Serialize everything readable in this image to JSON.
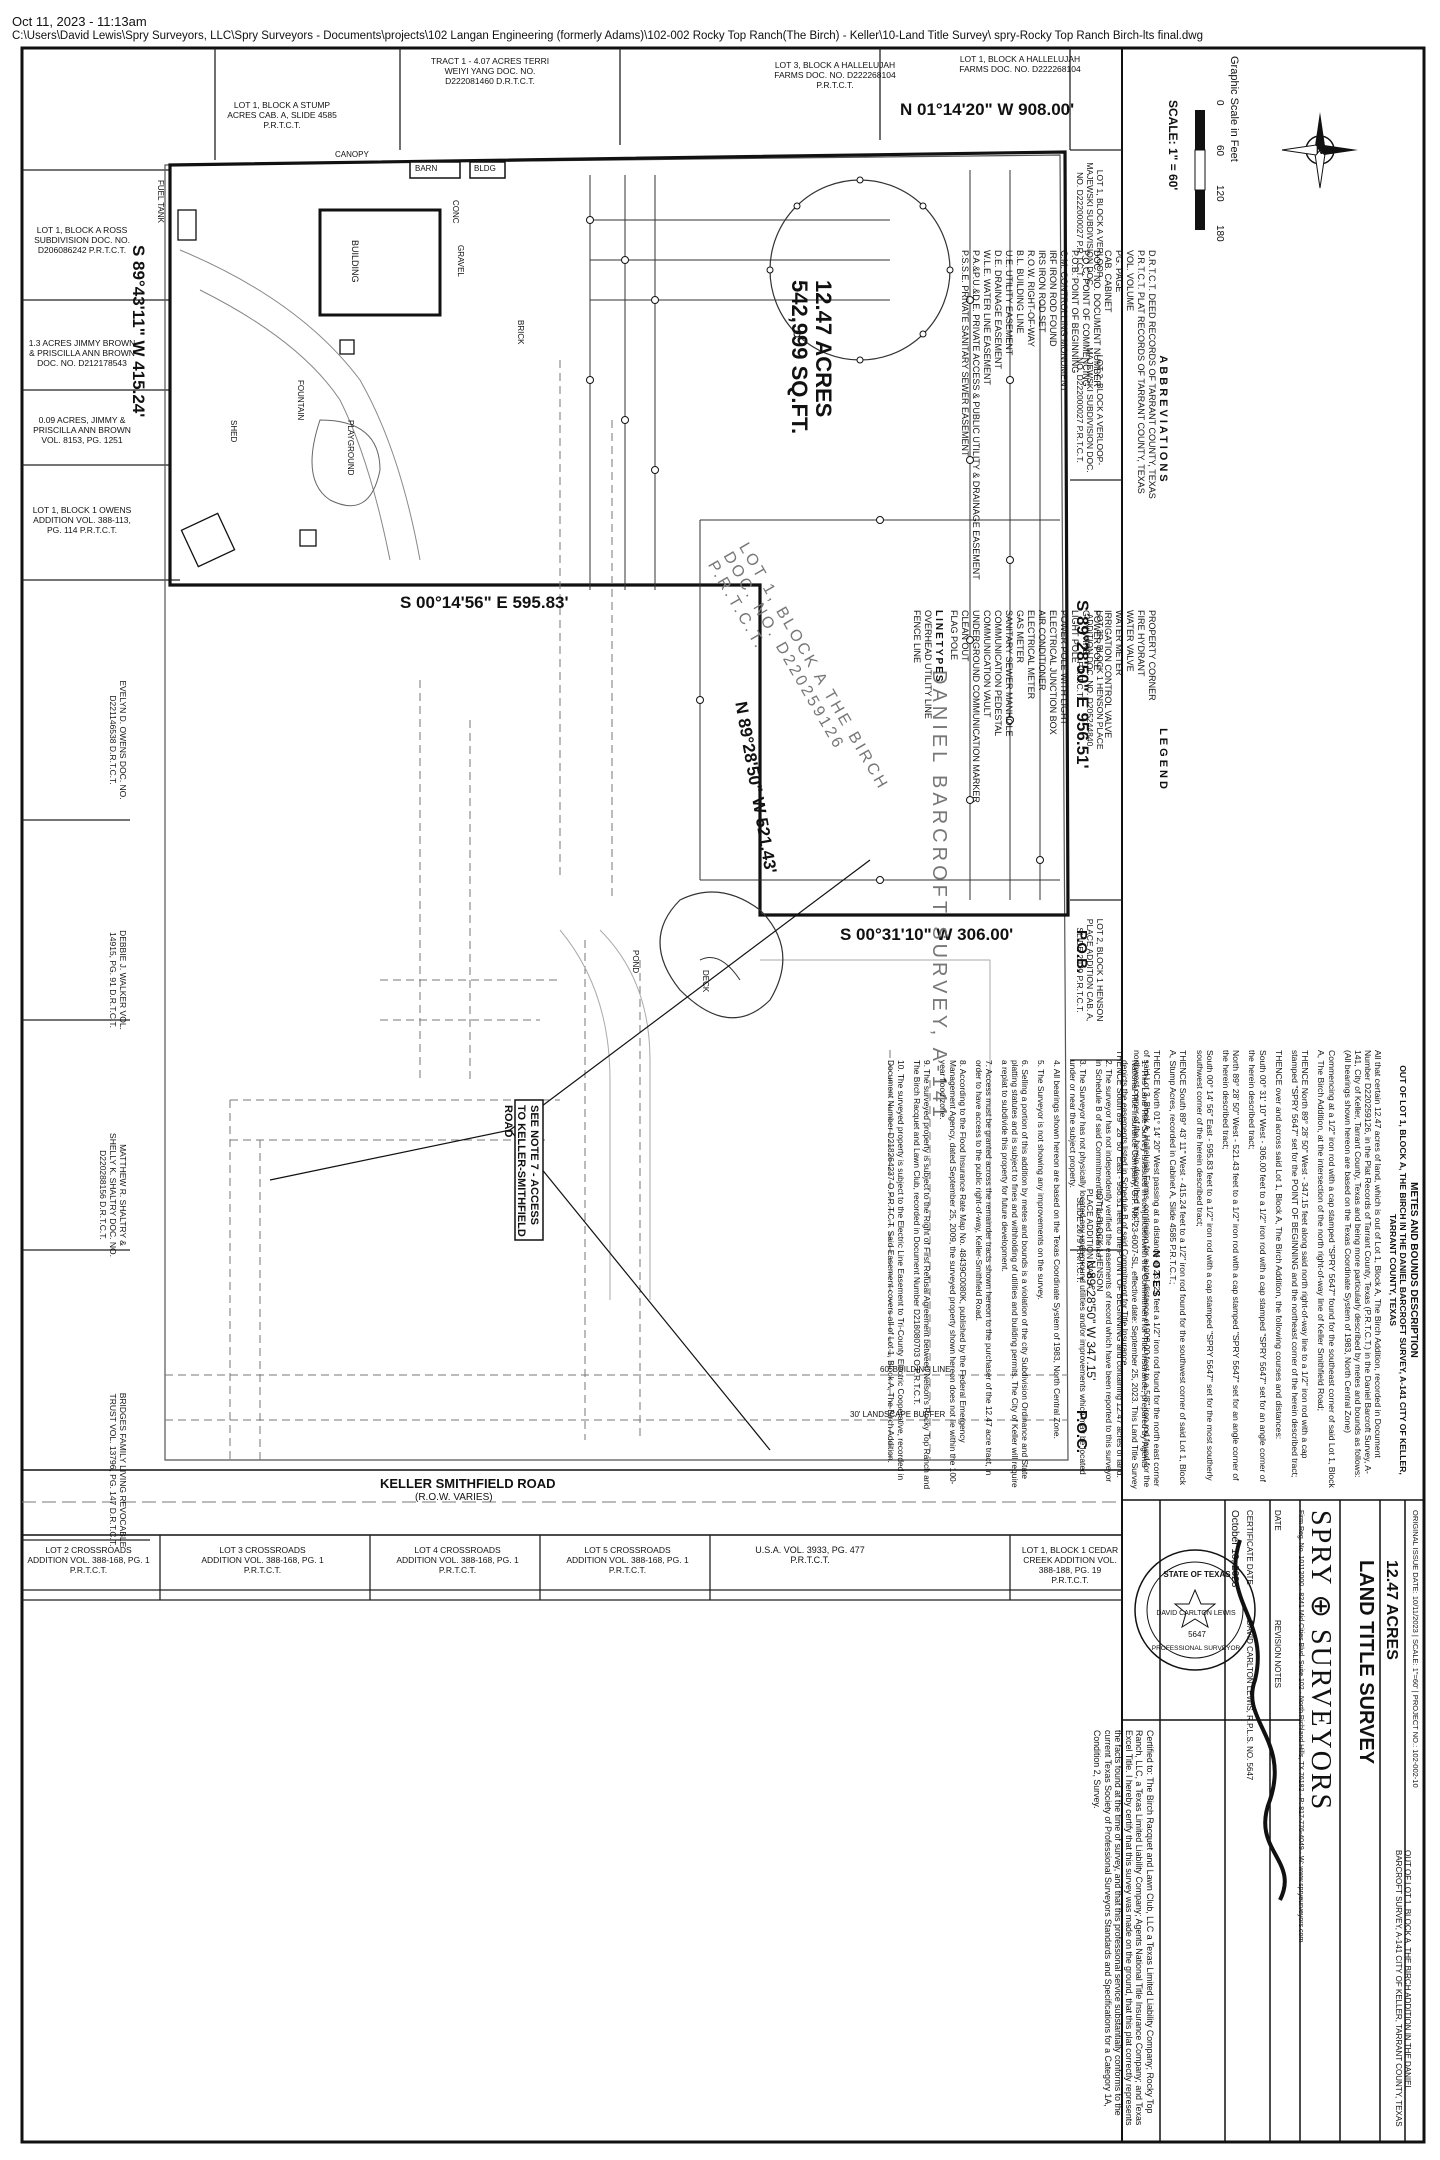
{
  "header": {
    "timestamp": "Oct 11, 2023 - 11:13am",
    "path": "C:\\Users\\David Lewis\\Spry Surveyors, LLC\\Spry Surveyors - Documents\\projects\\102 Langan Engineering (formerly Adams)\\102-002 Rocky Top Ranch(The Birch) - Keller\\10-Land Title Survey\\ spry-Rocky Top Ranch Birch-lts final.dwg"
  },
  "map": {
    "acreage": "12.47 ACRES",
    "sqft": "542,999 SQ.FT.",
    "survey_name": "DANIEL BARCROFT SURVEY, A-141",
    "road_name": "KELLER SMITHFIELD ROAD",
    "road_row": "(R.O.W. VARIES)",
    "see_note": "SEE NOTE 7 - ACCESS TO KELLER-SMITHFIELD ROAD",
    "pob": "P.O.B.",
    "poc": "P.O.C.",
    "bearings": {
      "north": "N 01°14'20\" W 908.00'",
      "west_upper": "S 89°43'11\" W 415.24'",
      "interior_south": "S 00°14'56\" E 595.83'",
      "diagonal": "N 89°28'50\" W 521.43'",
      "east": "S 89°28'50\" E 956.51'",
      "south": "S 00°31'10\" W 306.00'",
      "lower": "N 89°28'50\" W 347.15'"
    },
    "labels": {
      "barn": "BARN",
      "bldg": "BLDG",
      "canopy": "CANOPY",
      "building": "BUILDING",
      "gravel": "GRAVEL",
      "conc": "CONC",
      "brick": "BRICK",
      "fountain": "FOUNTAIN",
      "playground": "PLAYGROUND",
      "pond": "POND",
      "deck": "DECK",
      "shed": "SHED",
      "fuel_tank": "FUEL TANK",
      "building_line": "60' BUILDING LINE",
      "landscape": "30' LANDSCAPE BUFFER",
      "usa": "U.S.A. VOL. 3933, PG. 477 P.R.T.C.T."
    },
    "adjoiners": [
      "TRACT 1 - 4.07 ACRES TERRI WEIYI YANG DOC. NO. D222081460 D.R.T.C.T.",
      "LOT 3, BLOCK A HALLELUJAH FARMS DOC. NO. D222268104 P.R.T.C.T.",
      "LOT 1, BLOCK A HALLELUJAH FARMS DOC. NO. D222268104",
      "LOT 1, BLOCK A STUMP ACRES CAB. A, SLIDE 4585 P.R.T.C.T.",
      "LOT 1, BLOCK A ROSS SUBDIVISION DOC. NO. D206086242 P.R.T.C.T.",
      "1.3 ACRES JIMMY BROWN & PRISCILLA ANN BROWN DOC. NO. D212178543",
      "0.09 ACRES, JIMMY & PRISCILLA ANN BROWN VOL. 8153, PG. 1251",
      "LOT 1, BLOCK 1 OWENS ADDITION VOL. 388-113, PG. 114 P.R.T.C.T.",
      "EVELYN D. OWENS DOC. NO. D221146538 D.R.T.C.T.",
      "DEBBIE J. WALKER VOL. 14915, PG. 91 D.R.T.C.T.",
      "MATTHEW R. SHALTRY & SHELLY K. SHALTRY DOC. NO. D220288156 D.R.T.C.T.",
      "BRIDGES FAMILY LIVING REVOCABLE TRUST VOL. 13796, PG. 147 D.R.T.C.T.",
      "LOT 2 CROSSROADS ADDITION VOL. 388-168, PG. 1 P.R.T.C.T.",
      "LOT 3 CROSSROADS ADDITION VOL. 388-168, PG. 1 P.R.T.C.T.",
      "LOT 4 CROSSROADS ADDITION VOL. 388-168, PG. 1 P.R.T.C.T.",
      "LOT 5 CROSSROADS ADDITION VOL. 388-168, PG. 1 P.R.T.C.T.",
      "LOT 1, BLOCK 1 CEDAR CREEK ADDITION VOL. 388-188, PG. 19 P.R.T.C.T.",
      "LOT 1, BLOCK A VERLOOP-MAJEWSKI SUBDIVISION DOC. NO. D222000027 P.R.T.C.T.",
      "LOT 2, BLOCK A VERLOOP-MAJEWSKI SUBDIVISION DOC. NO. D222000027 P.R.T.C.T.",
      "LOT 3R, BLOCK 1 HENSON PLACE ADDITION DOC. NO. D205244840 P.R.T.C.T.",
      "LOT 2, BLOCK 1 HENSON PLACE ADDITION CAB. A, SLIDE 2079 P.R.T.C.T.",
      "LOT 1, BLOCK 1 HENSON PLACE ADDITION CAB. A, SLIDE 2079 P.R.T.C.T."
    ],
    "lot_label": "LOT 1, BLOCK A THE BIRCH DOC. NO. D220259126 P.R.T.C.T."
  },
  "scale": {
    "graphic_title": "Graphic Scale in Feet",
    "ticks": [
      "0",
      "60",
      "120",
      "180"
    ],
    "ratio": "SCALE: 1\" = 60'"
  },
  "abbreviations": {
    "title": "ABBREVIATIONS",
    "items": [
      "D.R.T.C.T. DEED RECORDS OF TARRANT COUNTY, TEXAS",
      "P.R.T.C.T. PLAT RECORDS OF TARRANT COUNTY, TEXAS",
      "VOL. VOLUME",
      "PG. PAGE",
      "CAB. CABINET",
      "DOC. NO. DOCUMENT NUMBER",
      "P.O.C. POINT OF COMMENCING",
      "P.O.B. POINT OF BEGINNING",
      "C.M. CONTROLLING MONUMENT",
      "IRF IRON ROD FOUND",
      "IRS IRON ROD SET",
      "R.O.W. RIGHT-OF-WAY",
      "B.L. BUILDING LINE",
      "U.E. UTILITY EASEMENT",
      "D.E. DRAINAGE EASEMENT",
      "W.L.E. WATER LINE EASEMENT",
      "P.A.&P.U.&D.E. PRIVATE ACCESS & PUBLIC UTILITY & DRAINAGE EASEMENT",
      "P.S.S.E. PRIVATE SANITARY SEWER EASEMENT"
    ]
  },
  "legend": {
    "title": "LEGEND",
    "items": [
      "PROPERTY CORNER",
      "FIRE HYDRANT",
      "WATER VALVE",
      "WATER METER",
      "IRRIGATION CONTROL VALVE",
      "POWER POLE",
      "GUY WIRE",
      "LIGHT POLE",
      "POWER POLE WITH LIGHT",
      "ELECTRICAL JUNCTION BOX",
      "AIR CONDITIONER",
      "ELECTRICAL METER",
      "GAS METER",
      "SANITARY SEWER MANHOLE",
      "COMMUNICATION PEDESTAL",
      "COMMUNICATION VAULT",
      "UNDERGROUND COMMUNICATION MARKER",
      "CLEAN OUT",
      "FLAG POLE"
    ],
    "linetypes_title": "LINETYPES",
    "linetypes": [
      "OVERHEAD UTILITY LINE",
      "FENCE LINE"
    ]
  },
  "metes": {
    "title": "METES AND BOUNDS DESCRIPTION",
    "subtitle": "OUT OF LOT 1, BLOCK A, THE BIRCH IN THE DANIEL BARCROFT SURVEY, A-141 CITY OF KELLER, TARRANT COUNTY, TEXAS",
    "paragraphs": [
      "All that certain 12.47 acres of land, which is out of Lot 1, Block A, The Birch Addition, recorded in Document Number D220259126, in the Plat Records of Tarrant County, Texas (P.R.T.C.T.) in the Daniel Barcroft Survey, A-141, City of Keller, Tarrant County, Texas and being more particularly described by metes and bounds as follows: (All bearings shown hereon are based on the Texas Coordinate System of 1983, North Central Zone)",
      "Commencing at a 1/2\" iron rod with a cap stamped \"SPRY 5647\" found for the southeast corner of said Lot 1, Block A, The Birch Addition, at the intersection of the north right-of-way line of Keller Smithfield Road;",
      "THENCE North 89° 28' 50\" West - 347.15 feet along said north right-of-way line to a 1/2\" iron rod with a cap stamped \"SPRY 5647\" set for the POINT OF BEGINNING and the northeast corner of the herein described tract;",
      "THENCE over and across said Lot 1, Block A, The Birch Addition, the following courses and distances:",
      "South 00° 31' 10\" West - 306.00 feet to a 1/2\" iron rod with a cap stamped \"SPRY 5647\" set for an angle corner of the herein described tract;",
      "North 89° 28' 50\" West - 521.43 feet to a 1/2\" iron rod with a cap stamped \"SPRY 5647\" set for an angle corner of the herein described tract;",
      "South 00° 14' 56\" East - 595.83 feet to a 1/2\" iron rod with a cap stamped \"SPRY 5647\" set for the most southerly southwest corner of the herein described tract;",
      "THENCE South 89° 43' 11\" West - 415.24 feet to a 1/2\" iron rod found for the southwest corner of said Lot 1, Block A, Stump Acres, recorded in Cabinet A, Slide 4585 P.R.T.C.T.;",
      "THENCE North 01° 14' 20\" West passing at a distance of 231.27 feet a 1/2\" iron rod found for the north east corner of said Lot 3, Block A, Hallelujah Farms, continuing for a total distance of 908.00 feet to a 5/8\" iron rod found for the northwest corner of the herein described tract;",
      "THENCE South 89° 28' 50\" East - 956.51 feet to the POINT OF BEGINNING and containing 12.47 acres of land."
    ]
  },
  "notes": {
    "title": "NOTES",
    "items": [
      "1. This Land Title Survey is issued in conjunction with the Commitment for Title Insurance, prepared by Agents National Title Insurance Company, G.F. No. 23-6007-SL, effective date: September 25, 2023. This Land Title Survey depicts the easements listed in Schedule B of said Commitment for Title Insurance.",
      "2. The surveyor has not independently verified the easements of record which have been reported to this surveyor in Schedule B of said Commitment for Title Insurance.",
      "3. The Surveyor has not physically located any underground utilities and/or improvements which may be located under or near the subject property.",
      "4. All bearings shown hereon are based on the Texas Coordinate System of 1983, North Central Zone.",
      "5. The Surveyor is not showing any improvements on the survey.",
      "6. Selling a portion of this addition by metes and bounds is a violation of the city Subdivision Ordinance and State platting statutes and is subject to fines and withholding of utilities and building permits. The City of Keller will require a replat to subdivide this property for future development.",
      "7. Access must be granted across the remainder tracts shown hereon to the purchaser of the 12.47 acre tract, in order to have access to the public right-of-way, Keller-Smithfield Road.",
      "8. According to the Flood Insurance Rate Map No. 48439C0080K, published by the Federal Emergency Management Agency, dated September 25, 2009, the surveyed property shown hereon does not lie within the 100-year flood zone.",
      "9. The surveyed property is subject to the Right of First Refusal Agreement between Nelson's Rocky Top Ranch and The Birch Racquet and Lawn Club, recorded in Document Number D218080703 O.P.R.T.C.T.",
      "10. The surveyed property is subject to the Electric Line Easement to Tri-County Electric Cooperative, recorded in Document Number D218264237 O.P.R.T.C.T. Said Easement covers all of Lot 1, Block A, The Birch Addition."
    ]
  },
  "certification": {
    "text": "Certified to: The Birch Racquet and Lawn Club, LLC a Texas Limited Liability Company; Rocky Top Ranch, LLC, a Texas Limited Liability Company; Agents National Title Insurance Company; and Texas Excel Title. I hereby certify that this survey was made on the ground, that this plat correctly represents the facts found at the time of survey, and that this professional service substantially conforms to the current Texas Society of Professional Surveyors Standards and Specifications for a Category 1A, Condition 2, Survey.",
    "seal_state": "STATE OF TEXAS",
    "seal_name": "DAVID CARLTON LEWIS",
    "seal_number": "5647",
    "seal_sub": "PROFESSIONAL SURVEYOR"
  },
  "signature_block": {
    "date_value": "October 10, 2023",
    "date_label": "CERTIFICATE DATE",
    "surveyor": "DAVID CARLTON LEWIS, R.P.L.S. NO. 5647",
    "rev_date": "DATE",
    "rev_notes": "REVISION NOTES"
  },
  "company": {
    "name_left": "SPRY",
    "name_right": "SURVEYORS",
    "details": "Firm Reg. No. 10112000 · 8241 Mid Cities Blvd. Suite 102 · North Richland Hills, TX 76182 · P: 817-776-4049 · W: www.spryeurveyors.com"
  },
  "title_block": {
    "survey_type": "LAND TITLE SURVEY",
    "acreage": "12.47 ACRES",
    "description": "OUT OF LOT 1, BLOCK A, THE BIRCH ADDITION IN THE DANIEL BARCROFT SURVEY, A-141 CITY OF KELLER, TARRANT COUNTY, TEXAS",
    "footer": "ORIGINAL ISSUE DATE: 10/11/2023 | SCALE: 1\"=60' | PROJECT NO.: 102-002-10"
  }
}
